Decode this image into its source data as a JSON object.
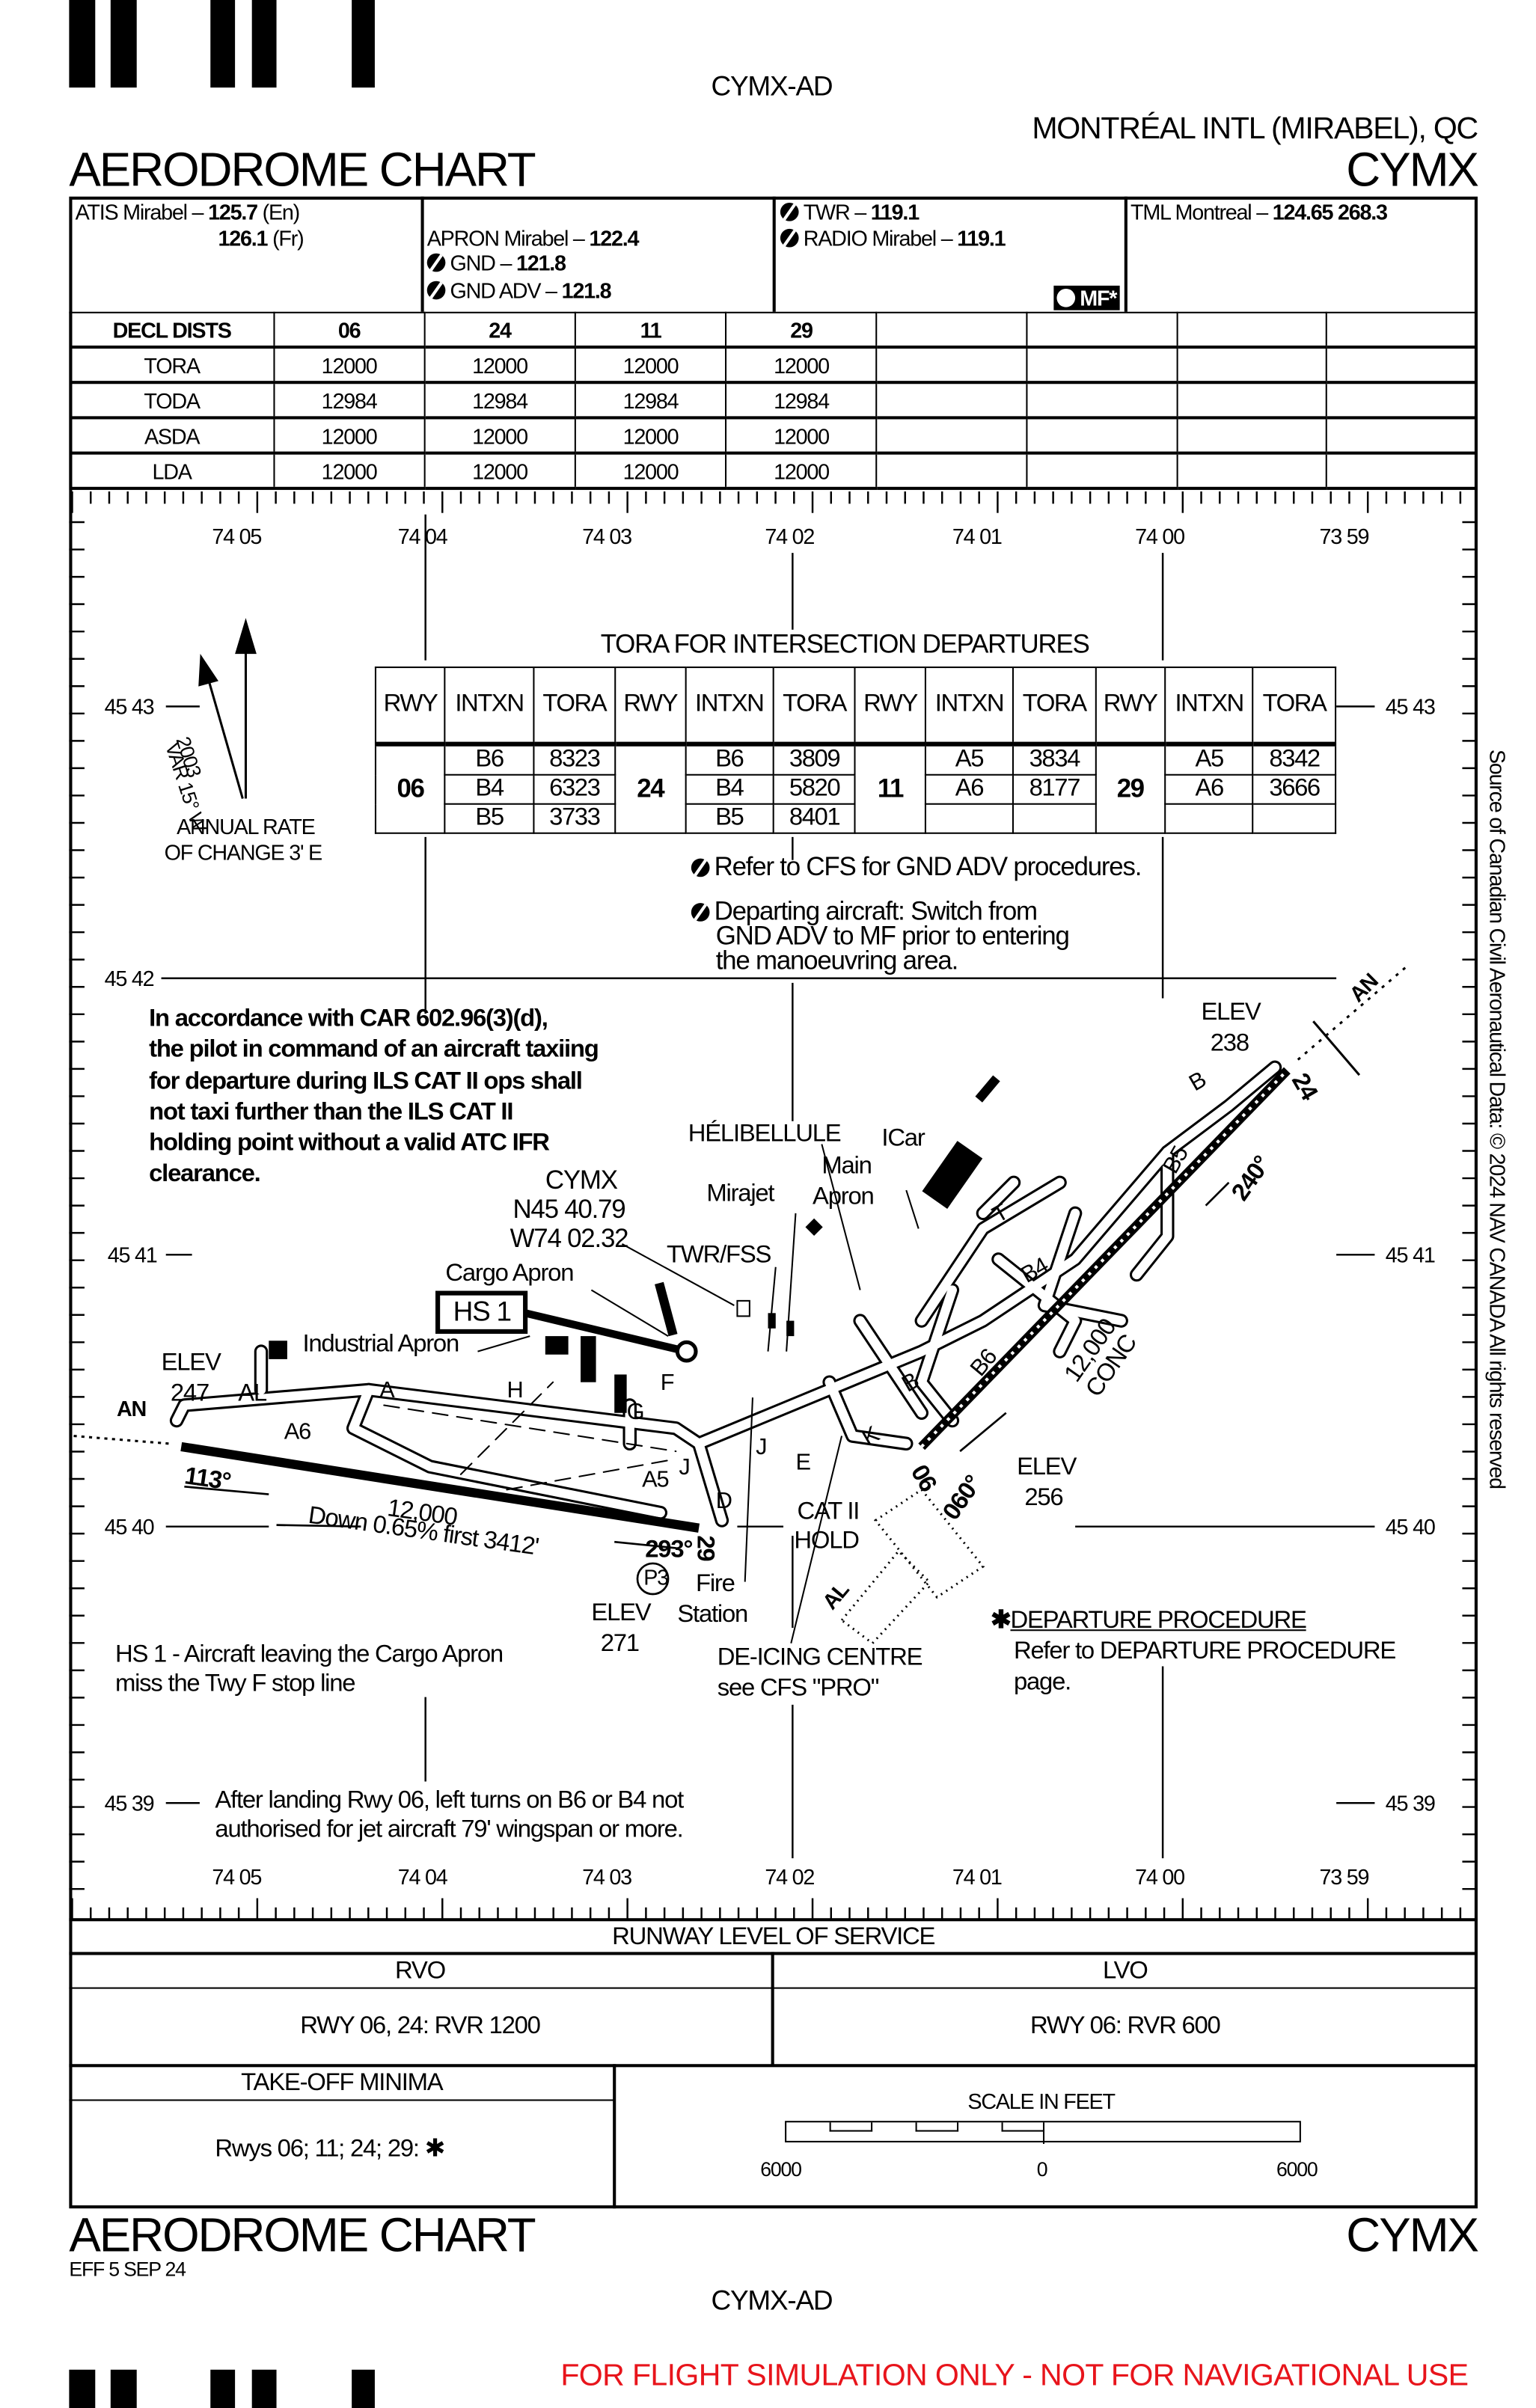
{
  "header": {
    "doc_id": "CYMX-AD",
    "airport": "MONTRÉAL INTL (MIRABEL), QC",
    "title": "AERODROME CHART",
    "ident": "CYMX"
  },
  "comms": {
    "atis_label": "ATIS Mirabel –",
    "atis_en": "125.7",
    "atis_en_suffix": "(En)",
    "atis_fr": "126.1",
    "atis_fr_suffix": "(Fr)",
    "apron_label": "APRON Mirabel –",
    "apron_freq": "122.4",
    "gnd_label": "GND –",
    "gnd_freq": "121.8",
    "gnd_adv_label": "GND ADV –",
    "gnd_adv_freq": "121.8",
    "twr_label": "TWR –",
    "twr_freq": "119.1",
    "radio_label": "RADIO Mirabel –",
    "radio_freq": "119.1",
    "mf_badge": "MF*",
    "tml_label": "TML Montreal –",
    "tml_freqs": "124.65  268.3"
  },
  "decl_dists": {
    "headers": [
      "DECL DISTS",
      "06",
      "24",
      "11",
      "29",
      "",
      "",
      "",
      ""
    ],
    "rows": [
      [
        "TORA",
        "12000",
        "12000",
        "12000",
        "12000",
        "",
        "",
        "",
        ""
      ],
      [
        "TODA",
        "12984",
        "12984",
        "12984",
        "12984",
        "",
        "",
        "",
        ""
      ],
      [
        "ASDA",
        "12000",
        "12000",
        "12000",
        "12000",
        "",
        "",
        "",
        ""
      ],
      [
        "LDA",
        "12000",
        "12000",
        "12000",
        "12000",
        "",
        "",
        "",
        ""
      ]
    ]
  },
  "map": {
    "lon_labels": [
      "74 05",
      "74 04",
      "74 03",
      "74 02",
      "74 01",
      "74 00",
      "73 59"
    ],
    "lat_labels": [
      "45 43",
      "45 42",
      "45 41",
      "45 40",
      "45 39"
    ],
    "var_label": "VAR 15° W",
    "var_year": "2003",
    "annual_rate": "ANNUAL RATE",
    "annual_rate2": "OF CHANGE 3' E",
    "tora_title": "TORA FOR INTERSECTION DEPARTURES",
    "tora_headers": [
      "RWY",
      "INTXN",
      "TORA",
      "RWY",
      "INTXN",
      "TORA",
      "RWY",
      "INTXN",
      "TORA",
      "RWY",
      "INTXN",
      "TORA"
    ],
    "tora_groups": [
      {
        "rwy": "06",
        "rows": [
          [
            "B6",
            "8323"
          ],
          [
            "B4",
            "6323"
          ],
          [
            "B5",
            "3733"
          ]
        ]
      },
      {
        "rwy": "24",
        "rows": [
          [
            "B6",
            "3809"
          ],
          [
            "B4",
            "5820"
          ],
          [
            "B5",
            "8401"
          ]
        ]
      },
      {
        "rwy": "11",
        "rows": [
          [
            "A5",
            "3834"
          ],
          [
            "A6",
            "8177"
          ],
          [
            "",
            ""
          ]
        ]
      },
      {
        "rwy": "29",
        "rows": [
          [
            "A5",
            "8342"
          ],
          [
            "A6",
            "3666"
          ],
          [
            "",
            ""
          ]
        ]
      }
    ],
    "note_gnd_adv": "Refer to CFS for GND ADV procedures.",
    "note_departing": [
      "Departing aircraft: Switch from",
      "GND ADV to MF prior to entering",
      "the manoeuvring area."
    ],
    "car_note": [
      "In accordance with CAR 602.96(3)(d),",
      "the pilot in command of an aircraft taxiing",
      "for departure during ILS CAT II ops shall",
      "not taxi further than the ILS CAT II",
      "holding point without a valid ATC IFR",
      "clearance."
    ],
    "arp": [
      "CYMX",
      "N45 40.79",
      "W74 02.32"
    ],
    "labels": {
      "elev_238": "ELEV",
      "elev_238_v": "238",
      "elev_247": "ELEV",
      "elev_247_v": "247",
      "elev_256": "ELEV",
      "elev_256_v": "256",
      "elev_271": "ELEV",
      "elev_271_v": "271",
      "helibellule": "HÉLIBELLULE",
      "icar": "ICar",
      "main_apron": "Main",
      "main_apron2": "Apron",
      "mirajet": "Mirajet",
      "twr_fss": "TWR/FSS",
      "cargo_apron": "Cargo Apron",
      "hs1": "HS 1",
      "industrial_apron": "Industrial Apron",
      "fire_station": "Fire",
      "fire_station2": "Station",
      "cat2_hold": "CAT II",
      "cat2_hold2": "HOLD",
      "deicing": "DE-ICING CENTRE",
      "deicing2": "see CFS \"PRO\"",
      "rwy_len_1129": "12,000",
      "slope": "Down 0.65% first 3412'",
      "hdg_113": "113°",
      "hdg_293": "293°",
      "rwy_29": "29",
      "rwy_06": "06",
      "hdg_060": "060°",
      "hdg_240": "240°",
      "rwy_24": "24",
      "rwy_len_0624": "12,000",
      "surface": "CONC",
      "an1": "AN",
      "an2": "AN",
      "al1": "AL",
      "al2": "AL",
      "p3": "P3",
      "twy_A": "A",
      "twy_H": "H",
      "twy_G": "G",
      "twy_F": "F",
      "twy_A6": "A6",
      "twy_A5": "A5",
      "twy_J": "J",
      "twy_J2": "J",
      "twy_D": "D",
      "twy_E": "E",
      "twy_K": "K",
      "twy_B": "B",
      "twy_B2": "B",
      "twy_B4": "B4",
      "twy_B5": "B5",
      "twy_B6": "B6",
      "twy_T": "T",
      "hs1_note": [
        "HS 1 - Aircraft leaving the Cargo Apron",
        "miss the Twy F stop line"
      ],
      "dep_proc_title": "DEPARTURE PROCEDURE",
      "dep_proc_text": [
        "Refer to DEPARTURE PROCEDURE",
        "page."
      ],
      "landing_note": [
        "After landing Rwy 06, left turns on B6 or B4 not",
        "authorised for jet aircraft 79' wingspan or more."
      ]
    }
  },
  "copyright": "Source of Canadian Civil Aeronautical Data: © 2024 NAV CANADA All rights reserved",
  "rlos": {
    "title": "RUNWAY LEVEL OF SERVICE",
    "rvo_label": "RVO",
    "lvo_label": "LVO",
    "rvo_value": "RWY 06, 24: RVR 1200",
    "lvo_value": "RWY 06: RVR 600"
  },
  "takeoff": {
    "title": "TAKE-OFF MINIMA",
    "value": "Rwys 06; 11; 24; 29: ✱"
  },
  "scale": {
    "title": "SCALE IN FEET",
    "left": "6000",
    "mid": "0",
    "right": "6000"
  },
  "footer": {
    "title": "AERODROME CHART",
    "ident": "CYMX",
    "eff": "EFF 5 SEP 24",
    "doc_id": "CYMX-AD",
    "disclaimer": "FOR FLIGHT SIMULATION ONLY - NOT FOR NAVIGATIONAL USE",
    "disclaimer_color": "#e8141b"
  }
}
